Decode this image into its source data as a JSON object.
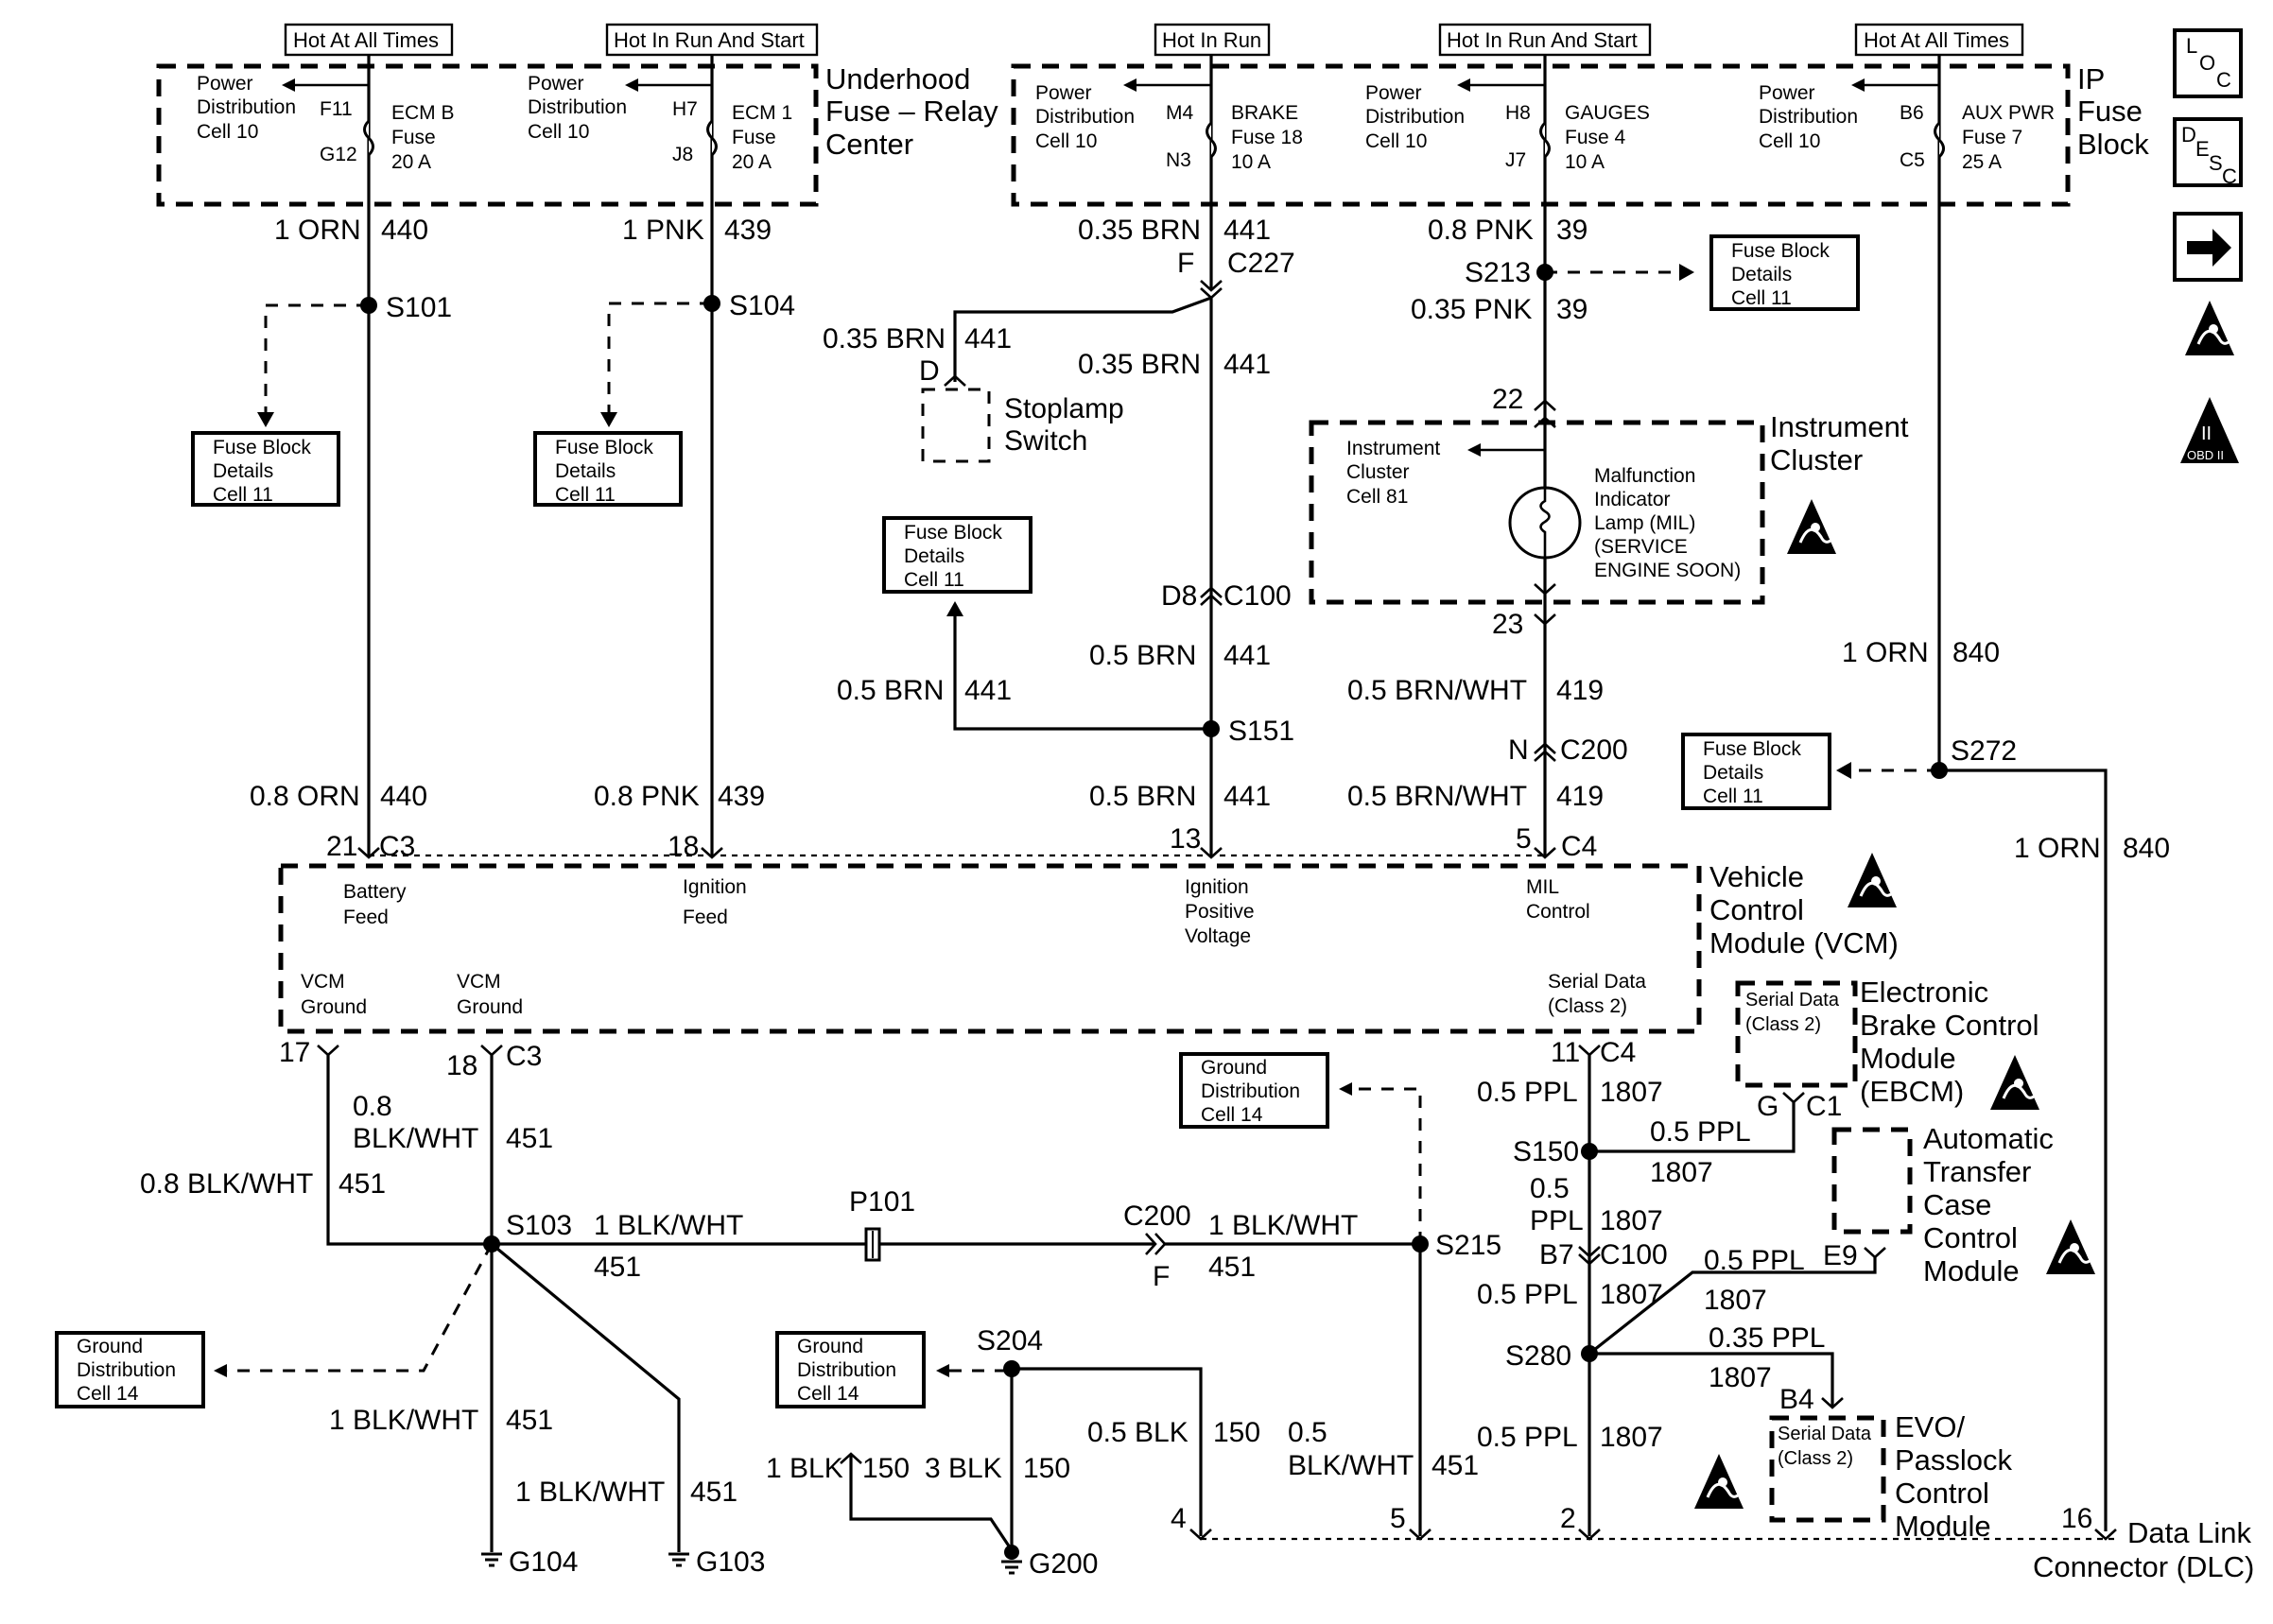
{
  "headers": {
    "hot_all_1": "Hot At All Times",
    "hot_run_start_1": "Hot In Run And Start",
    "hot_run": "Hot In Run",
    "hot_run_start_2": "Hot In Run And Start",
    "hot_all_2": "Hot At All Times"
  },
  "underhood": {
    "title": [
      "Underhood",
      "Fuse – Relay",
      "Center"
    ],
    "pd1": [
      "Power",
      "Distribution",
      "Cell 10"
    ],
    "fuse1_pins": [
      "F11",
      "G12"
    ],
    "fuse1": [
      "ECM B",
      "Fuse",
      "20 A"
    ],
    "pd2": [
      "Power",
      "Distribution",
      "Cell 10"
    ],
    "fuse2_pins": [
      "H7",
      "J8"
    ],
    "fuse2": [
      "ECM 1",
      "Fuse",
      "20 A"
    ]
  },
  "ipfuse": {
    "title": [
      "IP",
      "Fuse",
      "Block"
    ],
    "pd1": [
      "Power",
      "Distribution",
      "Cell 10"
    ],
    "fuse1_pins": [
      "M4",
      "N3"
    ],
    "fuse1": [
      "BRAKE",
      "Fuse 18",
      "10 A"
    ],
    "pd2": [
      "Power",
      "Distribution",
      "Cell 10"
    ],
    "fuse2_pins": [
      "H8",
      "J7"
    ],
    "fuse2": [
      "GAUGES",
      "Fuse 4",
      "10 A"
    ],
    "pd3": [
      "Power",
      "Distribution",
      "Cell 10"
    ],
    "fuse3_pins": [
      "B6",
      "C5"
    ],
    "fuse3": [
      "AUX PWR",
      "Fuse 7",
      "25 A"
    ]
  },
  "legend": {
    "loc": [
      "L",
      "O",
      "C"
    ],
    "desc": [
      "D",
      "E",
      "S",
      "C"
    ],
    "obd": [
      "II",
      "OBD II"
    ]
  },
  "wires": {
    "w440a": [
      "1 ORN",
      "440"
    ],
    "w439a": [
      "1 PNK",
      "439"
    ],
    "w441a": [
      "0.35 BRN",
      "441"
    ],
    "w39a": [
      "0.8 PNK",
      "39"
    ],
    "w39b": [
      "0.35 PNK",
      "39"
    ],
    "w441b": [
      "0.35 BRN",
      "441"
    ],
    "w441c": [
      "0.35 BRN",
      "441"
    ],
    "w441d": [
      "0.5 BRN",
      "441"
    ],
    "w441e": [
      "0.5 BRN",
      "441"
    ],
    "w441f": [
      "0.5 BRN",
      "441"
    ],
    "w419a": [
      "0.5 BRN/WHT",
      "419"
    ],
    "w419b": [
      "0.5 BRN/WHT",
      "419"
    ],
    "w840a": [
      "1 ORN",
      "840"
    ],
    "w840b": [
      "1 ORN",
      "840"
    ],
    "w440b": [
      "0.8 ORN",
      "440"
    ],
    "w439b": [
      "0.8 PNK",
      "439"
    ],
    "w451a": [
      "0.8",
      "BLK/WHT",
      "451"
    ],
    "w451b": [
      "0.8 BLK/WHT",
      "451"
    ],
    "w451c": [
      "1 BLK/WHT",
      "451"
    ],
    "w451d": [
      "1 BLK/WHT",
      "451"
    ],
    "w451e": [
      "1 BLK/WHT",
      "451"
    ],
    "w451f": [
      "1 BLK/WHT",
      "451"
    ],
    "w451g": [
      "0.5",
      "BLK/WHT",
      "451"
    ],
    "w150a": [
      "1 BLK",
      "150"
    ],
    "w150b": [
      "3 BLK",
      "150"
    ],
    "w150c": [
      "0.5 BLK",
      "150"
    ],
    "w1807a": [
      "0.5 PPL",
      "1807"
    ],
    "w1807b": [
      "0.5 PPL",
      "1807"
    ],
    "w1807c": [
      "0.5",
      "PPL",
      "1807"
    ],
    "w1807d": [
      "0.5 PPL",
      "1807"
    ],
    "w1807e": [
      "0.5 PPL",
      "1807"
    ],
    "w1807f": [
      "0.35 PPL",
      "1807"
    ],
    "w1807g": [
      "0.5 PPL",
      "1807"
    ]
  },
  "splices": {
    "s101": "S101",
    "s104": "S104",
    "s213": "S213",
    "s151": "S151",
    "s272": "S272",
    "s103": "S103",
    "s215": "S215",
    "s204": "S204",
    "s150": "S150",
    "s280": "S280"
  },
  "grounds": {
    "g104": "G104",
    "g103": "G103",
    "g200": "G200"
  },
  "connectors": {
    "c227_f": "F",
    "c227": "C227",
    "d": "D",
    "c100_d8": "D8",
    "c100": "C100",
    "c200_n": "N",
    "c200": "C200",
    "p22": "22",
    "p23": "23",
    "c3_21": "21",
    "c3": "C3",
    "c3_18": "18",
    "c3_13": "13",
    "c4_5": "5",
    "c4": "C4",
    "c3b_17": "17",
    "c3b_18": "18",
    "c3b": "C3",
    "c4b_11": "11",
    "c4b": "C4",
    "p101": "P101",
    "c200b": "C200",
    "c200b_f": "F",
    "c1_g": "G",
    "c1": "C1",
    "c100b_b7": "B7",
    "c100b": "C100",
    "e9": "E9",
    "b4": "B4",
    "dlc4": "4",
    "dlc5": "5",
    "dlc2": "2",
    "dlc16": "16"
  },
  "refs": {
    "fb1": [
      "Fuse Block",
      "Details",
      "Cell 11"
    ],
    "fb2": [
      "Fuse Block",
      "Details",
      "Cell 11"
    ],
    "fb3": [
      "Fuse Block",
      "Details",
      "Cell 11"
    ],
    "fb4": [
      "Fuse Block",
      "Details",
      "Cell 11"
    ],
    "fb5": [
      "Fuse Block",
      "Details",
      "Cell 11"
    ],
    "gd1": [
      "Ground",
      "Distribution",
      "Cell 14"
    ],
    "gd2": [
      "Ground",
      "Distribution",
      "Cell 14"
    ],
    "gd3": [
      "Ground",
      "Distribution",
      "Cell 14"
    ]
  },
  "components": {
    "stoplamp": [
      "Stoplamp",
      "Switch"
    ],
    "cluster_title": [
      "Instrument",
      "Cluster"
    ],
    "cluster_ref": [
      "Instrument",
      "Cluster",
      "Cell 81"
    ],
    "mil": [
      "Malfunction",
      "Indicator",
      "Lamp (MIL)",
      "(SERVICE",
      "ENGINE SOON)"
    ],
    "vcm_title": [
      "Vehicle",
      "Control",
      "Module (VCM)"
    ],
    "vcm_battery": [
      "Battery",
      "Feed"
    ],
    "vcm_ignition": [
      "Ignition",
      "Feed"
    ],
    "vcm_ignpos": [
      "Ignition",
      "Positive",
      "Voltage"
    ],
    "vcm_mil": [
      "MIL",
      "Control"
    ],
    "vcm_gnd1": [
      "VCM",
      "Ground"
    ],
    "vcm_gnd2": [
      "VCM",
      "Ground"
    ],
    "vcm_serial": [
      "Serial Data",
      "(Class 2)"
    ],
    "ebcm_serial": [
      "Serial Data",
      "(Class 2)"
    ],
    "ebcm": [
      "Electronic",
      "Brake Control",
      "Module",
      "(EBCM)"
    ],
    "atc": [
      "Automatic",
      "Transfer",
      "Case",
      "Control",
      "Module"
    ],
    "evo_serial": [
      "Serial Data",
      "(Class 2)"
    ],
    "evo": [
      "EVO/",
      "Passlock",
      "Control",
      "Module"
    ],
    "dlc": [
      "Data Link",
      "Connector (DLC)"
    ]
  }
}
